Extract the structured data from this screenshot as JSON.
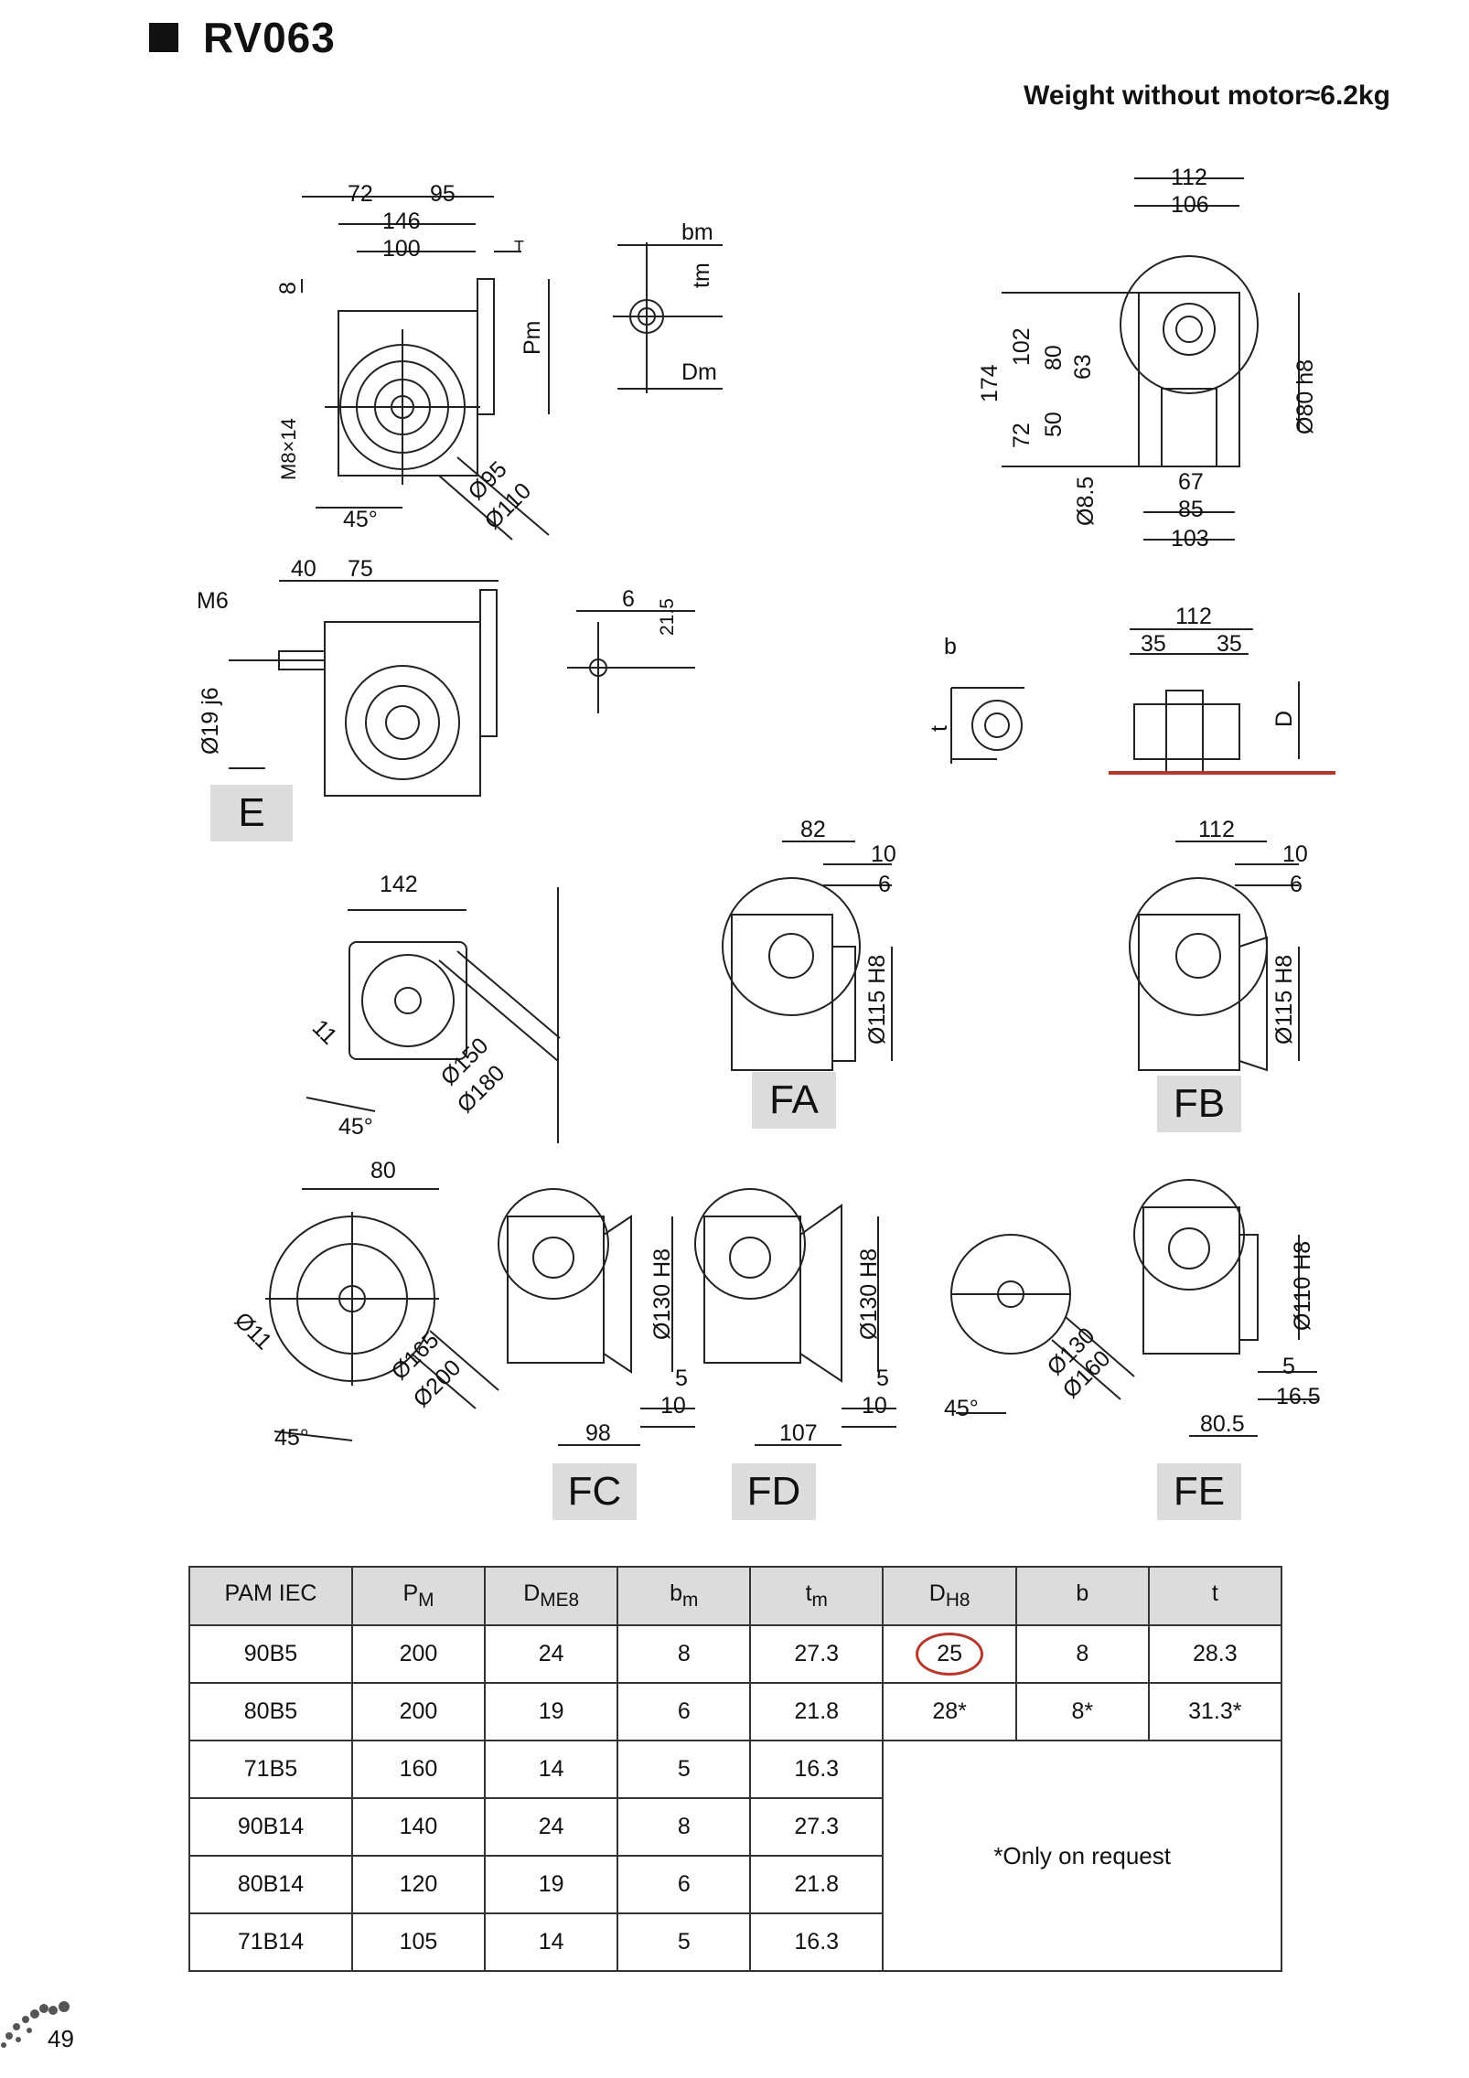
{
  "header": {
    "model": "RV063",
    "weight": "Weight without motor≈6.2kg"
  },
  "dims": {
    "main": [
      "72",
      "95",
      "146",
      "100",
      "T",
      "8",
      "Pm",
      "M8×14",
      "45°",
      "Ø95",
      "Ø110"
    ],
    "shaft_top": [
      "bm",
      "tm",
      "Dm"
    ],
    "side": [
      "112",
      "106",
      "174",
      "102",
      "80",
      "63",
      "72",
      "50",
      "Ø8.5",
      "67",
      "85",
      "103",
      "Ø80 h8"
    ],
    "e_view": [
      "40",
      "75",
      "M6",
      "Ø19 j6"
    ],
    "e_shaft": [
      "6",
      "21.5"
    ],
    "hollow_key": [
      "b",
      "t"
    ],
    "hollow_shaft": [
      "112",
      "35",
      "35",
      "D"
    ],
    "flange_142": [
      "142",
      "11",
      "45°",
      "Ø150",
      "Ø180"
    ],
    "fa": [
      "82",
      "10",
      "6",
      "Ø115 H8"
    ],
    "fb": [
      "112",
      "10",
      "6",
      "Ø115 H8"
    ],
    "flange_80": [
      "80",
      "Ø11",
      "45°",
      "Ø165",
      "Ø200"
    ],
    "fc": [
      "Ø130 H8",
      "5",
      "10",
      "98"
    ],
    "fd": [
      "Ø130 H8",
      "5",
      "10",
      "107"
    ],
    "flange_fe": [
      "45°",
      "Ø130",
      "Ø160"
    ],
    "fe": [
      "Ø110 H8",
      "5",
      "16.5",
      "80.5"
    ]
  },
  "variants": {
    "e": "E",
    "fa": "FA",
    "fb": "FB",
    "fc": "FC",
    "fd": "FD",
    "fe": "FE"
  },
  "table": {
    "headers": [
      {
        "main": "PAM IEC",
        "sub": ""
      },
      {
        "main": "P",
        "sub": "M"
      },
      {
        "main": "D",
        "sub": "ME8"
      },
      {
        "main": "b",
        "sub": "m"
      },
      {
        "main": "t",
        "sub": "m"
      },
      {
        "main": "D",
        "sub": "H8"
      },
      {
        "main": "b",
        "sub": ""
      },
      {
        "main": "t",
        "sub": ""
      }
    ],
    "rows": [
      [
        "90B5",
        "200",
        "24",
        "8",
        "27.3",
        "25",
        "8",
        "28.3"
      ],
      [
        "80B5",
        "200",
        "19",
        "6",
        "21.8",
        "28*",
        "8*",
        "31.3*"
      ],
      [
        "71B5",
        "160",
        "14",
        "5",
        "16.3"
      ],
      [
        "90B14",
        "140",
        "24",
        "8",
        "27.3"
      ],
      [
        "80B14",
        "120",
        "19",
        "6",
        "21.8"
      ],
      [
        "71B14",
        "105",
        "14",
        "5",
        "16.3"
      ]
    ],
    "note": "*Only on request"
  },
  "page_number": "49"
}
